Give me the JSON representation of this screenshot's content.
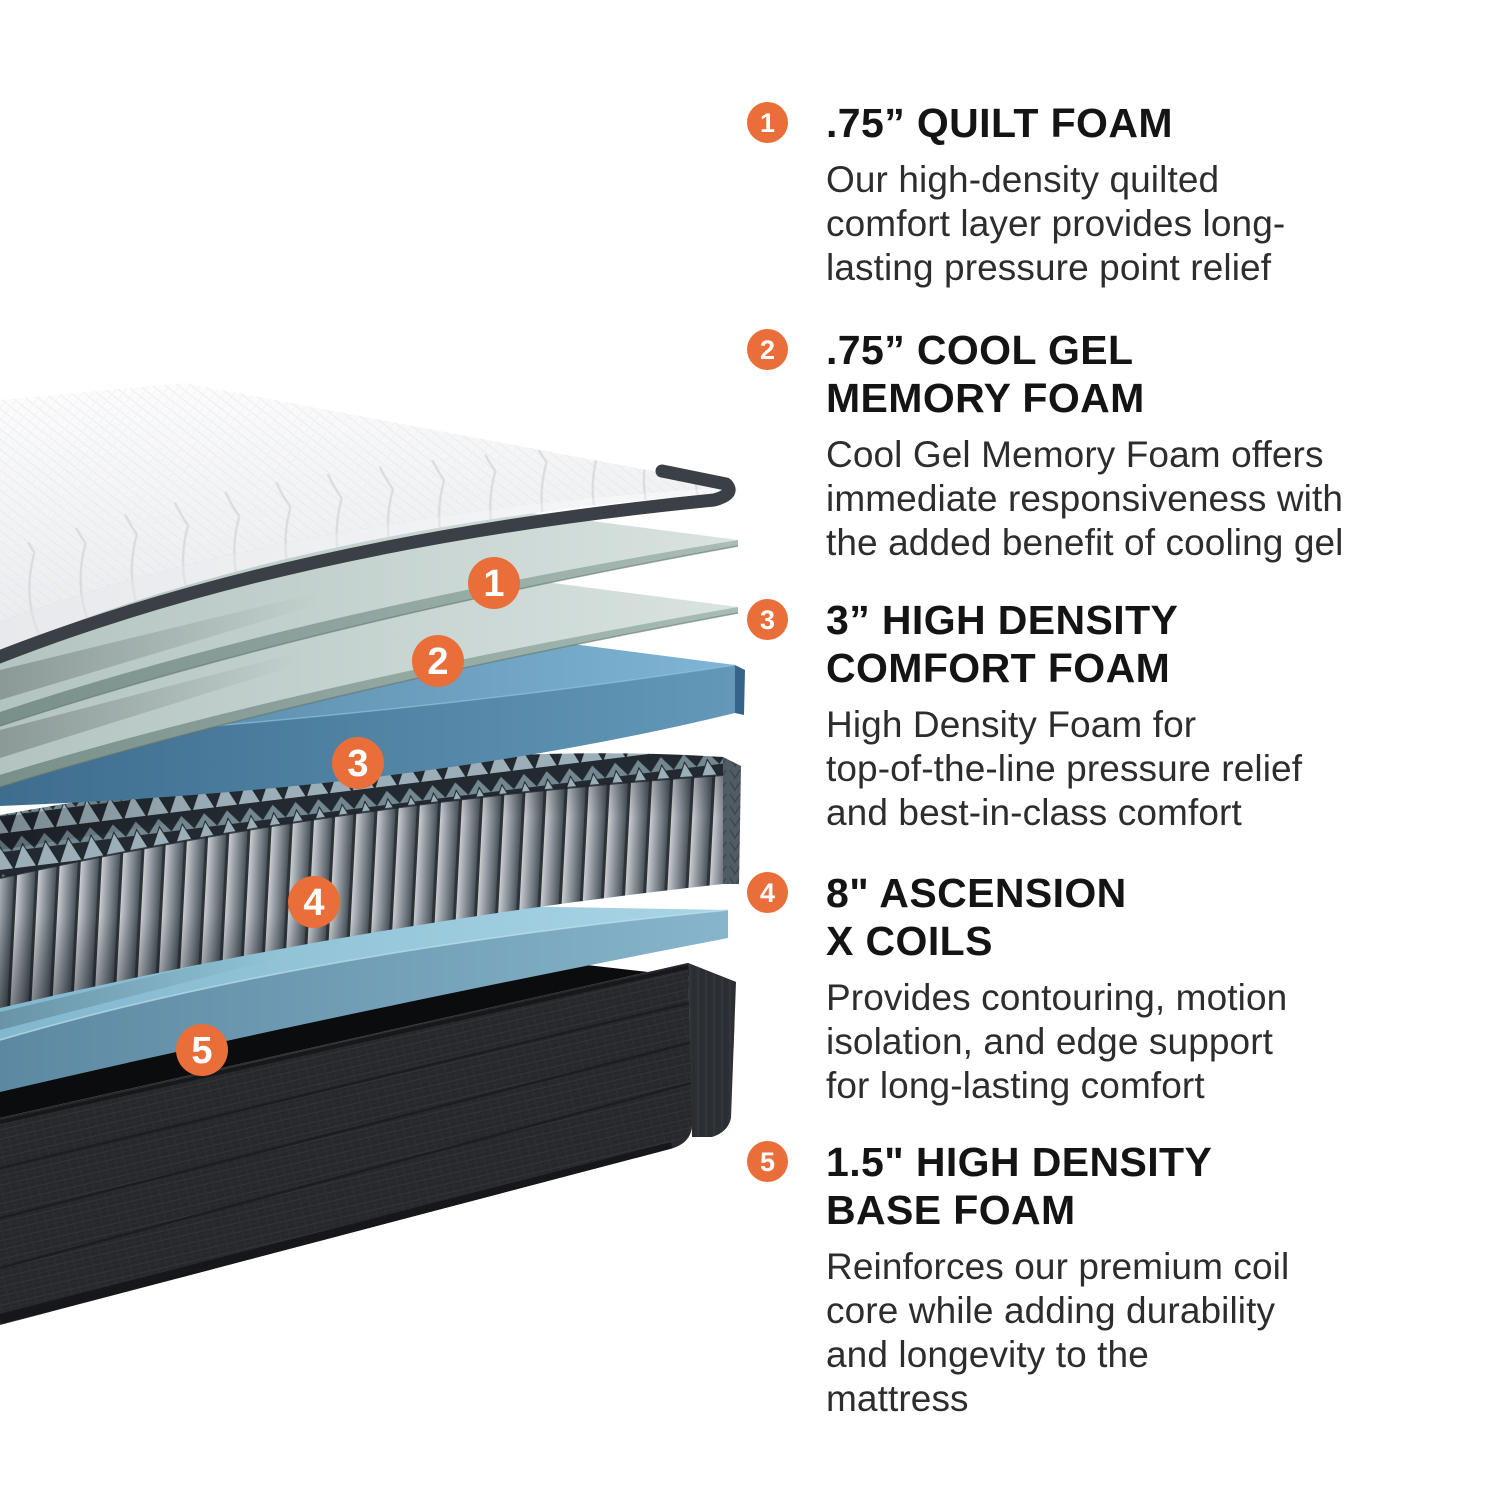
{
  "illustration": {
    "markers": [
      "1",
      "2",
      "3",
      "4",
      "5"
    ]
  },
  "colors": {
    "accent": "#EA6E3A",
    "heading_text": "#141414",
    "body_text": "#2d2d2d",
    "quilt_white": "#f3f4f6",
    "trim_dark": "#3a4046",
    "foam_mint": "#c9d7d3",
    "foam_blue": "#5f93b6",
    "coil_gray": "#8c959c",
    "base_foam_blue": "#8fc2d8",
    "foundation_dark": "#26282b"
  },
  "sections": [
    {
      "number": "1",
      "title_lines": [
        ".75” QUILT FOAM"
      ],
      "body_lines": [
        "Our high-density quilted",
        "comfort layer provides long-",
        "lasting pressure point relief"
      ]
    },
    {
      "number": "2",
      "title_lines": [
        ".75” COOL GEL",
        "MEMORY FOAM"
      ],
      "body_lines": [
        "Cool Gel Memory Foam offers",
        "immediate responsiveness with",
        "the added benefit of cooling gel"
      ]
    },
    {
      "number": "3",
      "title_lines": [
        "3” HIGH DENSITY",
        "COMFORT FOAM"
      ],
      "body_lines": [
        "High Density Foam for",
        "top-of-the-line pressure relief",
        "and best-in-class comfort"
      ]
    },
    {
      "number": "4",
      "title_lines": [
        "8\" ASCENSION",
        "X COILS"
      ],
      "body_lines": [
        "Provides contouring, motion",
        "isolation, and edge support",
        "for long-lasting comfort"
      ]
    },
    {
      "number": "5",
      "title_lines": [
        "1.5\" HIGH DENSITY",
        "BASE FOAM"
      ],
      "body_lines": [
        "Reinforces our premium coil",
        "core while adding durability",
        "and longevity to the",
        "mattress"
      ]
    }
  ]
}
